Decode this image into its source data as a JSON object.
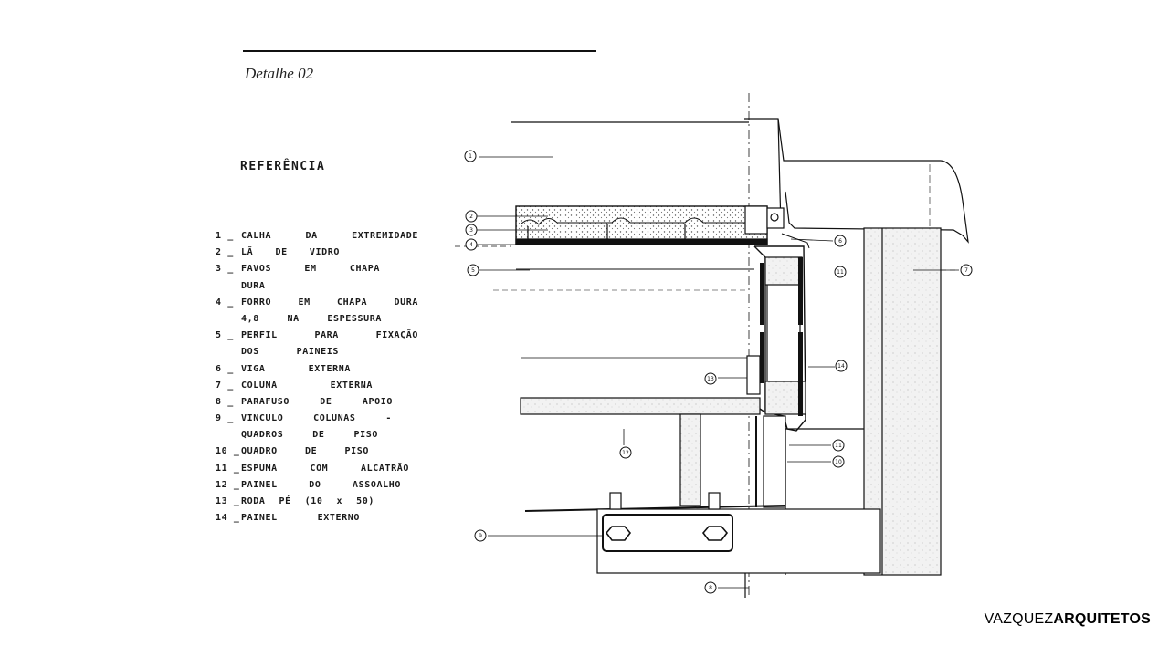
{
  "caption": "Detalhe 02",
  "reference_title": "REFERÊNCIA",
  "legend": [
    {
      "num": "1 _",
      "text": "CALHA DA EXTREMIDADE"
    },
    {
      "num": "2 _",
      "text": "LÃ DE VIDRO"
    },
    {
      "num": "3 _",
      "text": "FAVOS EM CHAPA"
    },
    {
      "num": "",
      "text": "DURA"
    },
    {
      "num": "4 _",
      "text": "FORRO EM CHAPA DURA"
    },
    {
      "num": "",
      "text": "4,8 NA ESPESSURA"
    },
    {
      "num": "5 _",
      "text": "PERFIL PARA FIXAÇÃO"
    },
    {
      "num": "",
      "text": "DOS PAINEIS"
    },
    {
      "num": "6 _",
      "text": "VIGA EXTERNA"
    },
    {
      "num": "7 _",
      "text": "COLUNA EXTERNA"
    },
    {
      "num": "8 _",
      "text": "PARAFUSO DE APOIO"
    },
    {
      "num": "9 _",
      "text": "VINCULO COLUNAS -"
    },
    {
      "num": "",
      "text": "QUADROS DE PISO"
    },
    {
      "num": "10 _",
      "text": "QUADRO DE PISO"
    },
    {
      "num": "11 _",
      "text": "ESPUMA COM ALCATRÃO"
    },
    {
      "num": "12 _",
      "text": "PAINEL DO ASSOALHO"
    },
    {
      "num": "13 _",
      "text": "RODA PÉ (10 x 50)"
    },
    {
      "num": "14 _",
      "text": "PAINEL EXTERNO"
    }
  ],
  "callouts": [
    "1",
    "2",
    "3",
    "4",
    "5",
    "6",
    "7",
    "8",
    "9",
    "10",
    "11",
    "12",
    "13",
    "14",
    "11"
  ],
  "brand": {
    "light": "VAZQUEZ",
    "bold": "ARQUITETOS"
  }
}
